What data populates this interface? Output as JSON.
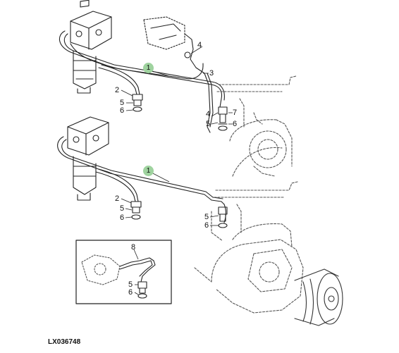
{
  "figure_id": "LX036748",
  "colors": {
    "line": "#222222",
    "ghost": "#555555",
    "badge_fill": "#9fd39f",
    "background": "#ffffff"
  },
  "callouts": {
    "top_1": "1",
    "top_2": "2",
    "top_3": "3",
    "top_4a": "4",
    "top_4b": "4",
    "top_5": "5",
    "top_6": "6",
    "top_5b": "5",
    "top_6b": "6",
    "top_7": "7",
    "mid_1": "1",
    "mid_2": "2",
    "mid_5": "5",
    "mid_6": "6",
    "mid_5b": "5",
    "mid_6b": "6",
    "inset_8": "8",
    "inset_5": "5",
    "inset_6": "6"
  }
}
